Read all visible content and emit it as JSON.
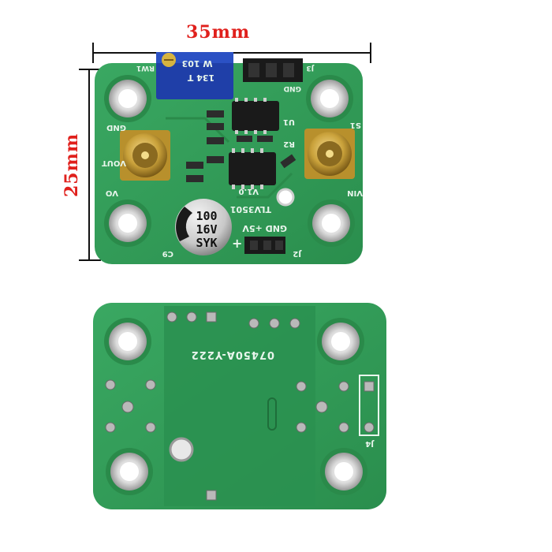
{
  "dimensions": {
    "width_label": "35mm",
    "height_label": "25mm"
  },
  "top_board": {
    "pot_text_line1": "W 103",
    "pot_text_line2": "134 T",
    "cap_line1": "100",
    "cap_line2": "16V",
    "cap_line3": "SYK",
    "silk_labels": {
      "gnd_left": "GND",
      "vout": "VOUT",
      "vo": "VO",
      "c9": "C9",
      "j2": "J2",
      "gnd_plus5v": "GND +5V",
      "chip_name": "TLV3501",
      "version": "V1.0",
      "vin": "VIN",
      "s1": "S1",
      "j3": "J3",
      "gnd_top": "GND",
      "r2": "R2",
      "u1": "U1",
      "rw1": "RW1",
      "plus": "+"
    }
  },
  "bottom_board": {
    "part_number": "07450A-Y222",
    "j4": "J4"
  },
  "colors": {
    "pcb_green": "#2f9d57",
    "pcb_dark": "#1f7a40",
    "dimension_red": "#e0201c",
    "pad_silver": "#c9c9c9",
    "gold": "#c9a13a"
  }
}
